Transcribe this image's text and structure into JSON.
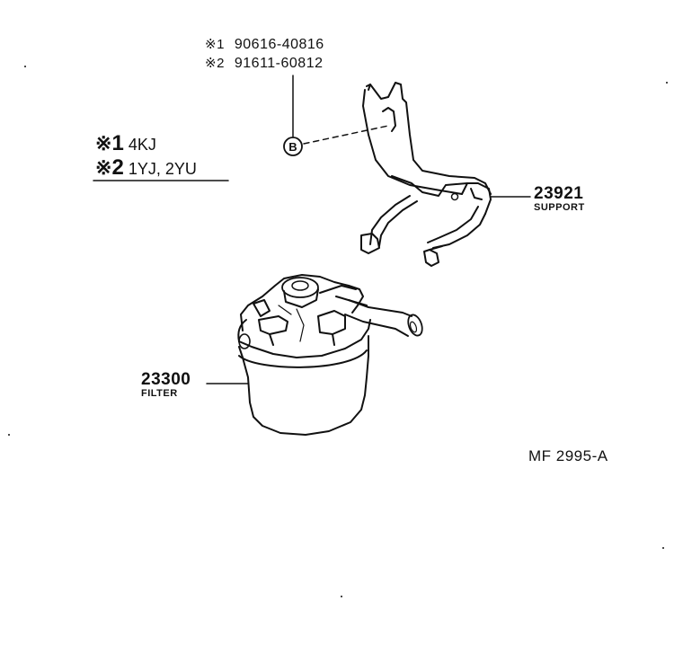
{
  "bolt_refs": [
    {
      "mark": "※1",
      "part_number": "90616-40816"
    },
    {
      "mark": "※2",
      "part_number": "91611-60812"
    }
  ],
  "bolt_callout_letter": "B",
  "variants": [
    {
      "mark": "※",
      "number": "1",
      "engines": "4KJ"
    },
    {
      "mark": "※",
      "number": "2",
      "engines": "1YJ, 2YU"
    }
  ],
  "parts": {
    "support": {
      "number": "23921",
      "name": "SUPPORT"
    },
    "filter": {
      "number": "23300",
      "name": "FILTER"
    }
  },
  "diagram_code": "MF 2995-A"
}
